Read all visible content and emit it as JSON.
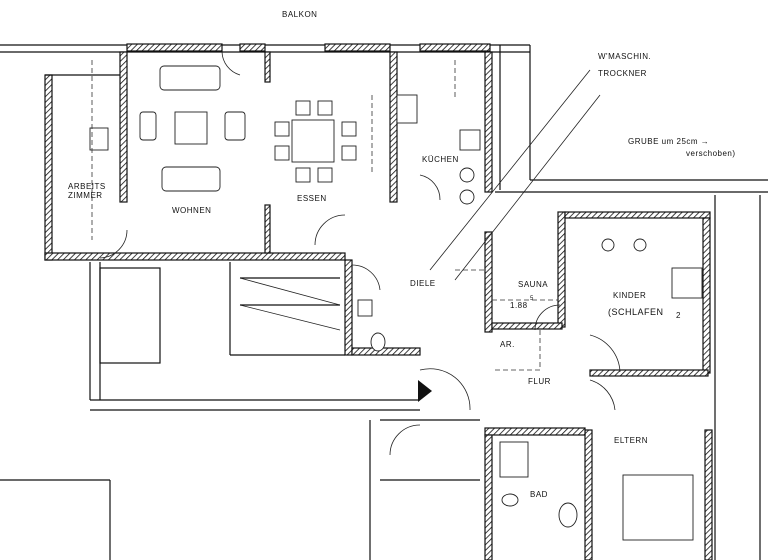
{
  "plan": {
    "rooms": {
      "balkon": "BALKON",
      "arbeitszimmer_1": "ARBEITS",
      "arbeitszimmer_2": "ZIMMER",
      "wohnen": "WOHNEN",
      "essen": "ESSEN",
      "kuechen": "KÜCHEN",
      "diele": "DIELE",
      "sauna": "SAUNA",
      "kinder_1": "KINDER",
      "kinder_2": "(SCHLAFEN",
      "kinder_sub": "2",
      "ar": "AR.",
      "flur": "FLUR",
      "eltern": "ELTERN",
      "bad": "BAD"
    },
    "annotations": {
      "waschmaschine": "W'MASCHIN.",
      "trockner": "TROCKNER",
      "note_1": "GRUBE um 25cm →",
      "note_2": "verschoben)",
      "sauna_height": "1.88",
      "sauna_height_sup": "5"
    },
    "colors": {
      "ink": "#111111",
      "paper": "#ffffff"
    }
  }
}
